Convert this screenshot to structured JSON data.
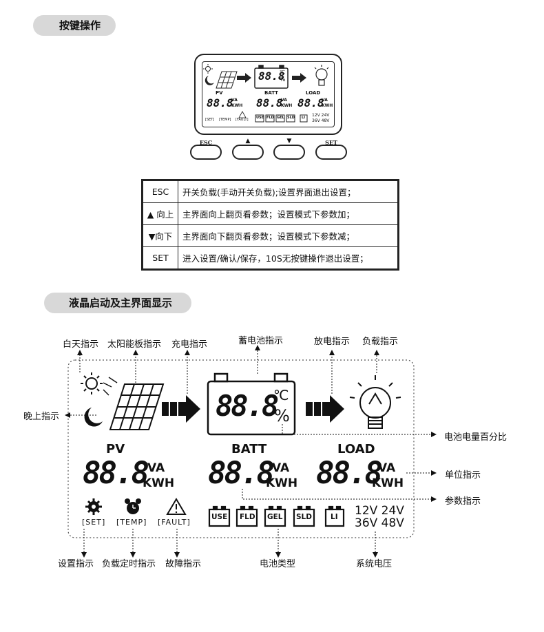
{
  "section1_title": "按键操作",
  "section2_title": "液晶启动及主界面显示",
  "lcd": {
    "pv": "PV",
    "batt": "BATT",
    "load": "LOAD",
    "digits": "88.8",
    "va": "VA",
    "kwh": "KWH",
    "celsius": "℃",
    "percent": "%",
    "set": "[SET]",
    "temp": "[TEMP]",
    "fault": "[FAULT]",
    "battery_types": [
      "USE",
      "FLD",
      "GEL",
      "SLD",
      "LI"
    ],
    "voltages_row1": "12V 24V",
    "voltages_row2": "36V 48V"
  },
  "keys": {
    "esc": "ESC",
    "up": "▲",
    "down": "▼",
    "set": "SET"
  },
  "key_table": [
    {
      "key": "ESC",
      "desc": "开关负载(手动开关负载);设置界面退出设置；"
    },
    {
      "key": "▲ 向上",
      "desc": "主界面向上翻页看参数；设置模式下参数加；"
    },
    {
      "key": "▼向下",
      "desc": "主界面向下翻页看参数；设置模式下参数减；"
    },
    {
      "key": "SET",
      "desc": "进入设置/确认/保存，10S无按键操作退出设置；"
    }
  ],
  "annotations": {
    "day": "白天指示",
    "solar_panel": "太阳能板指示",
    "charge": "充电指示",
    "battery": "蓄电池指示",
    "discharge": "放电指示",
    "load": "负载指示",
    "night": "晚上指示",
    "battery_percent": "电池电量百分比",
    "unit": "单位指示",
    "parameter": "参数指示",
    "settings": "设置指示",
    "load_timer": "负载定时指示",
    "fault": "故障指示",
    "battery_type": "电池类型",
    "system_voltage": "系统电压"
  }
}
